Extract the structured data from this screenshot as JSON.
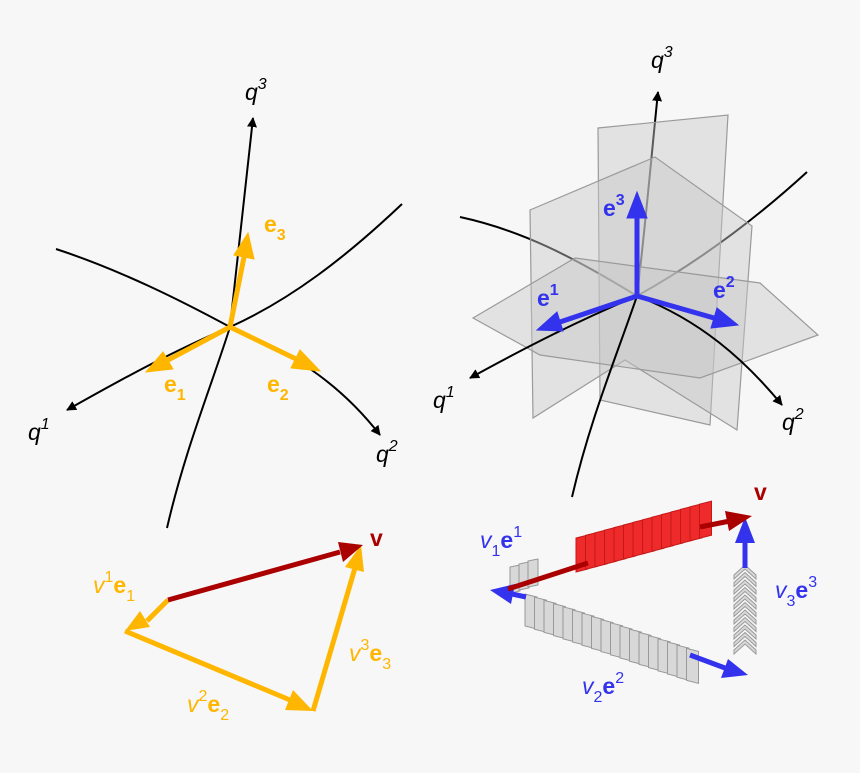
{
  "colors": {
    "background": "#f7f7f7",
    "curve": "#000000",
    "covariant_basis": "#ffb600",
    "contravariant_basis": "#3333ee",
    "vector": "#aa0000",
    "plane_fill": "#c8c8c8",
    "plane_edge": "#9a9a9a",
    "stack_red": "#ee2a2a",
    "stack_gray": "#d8d8d8"
  },
  "tl": {
    "q1": {
      "base": "q",
      "sup": "1"
    },
    "q2": {
      "base": "q",
      "sup": "2"
    },
    "q3": {
      "base": "q",
      "sup": "3"
    },
    "e1": {
      "base": "e",
      "sub": "1"
    },
    "e2": {
      "base": "e",
      "sub": "2"
    },
    "e3": {
      "base": "e",
      "sub": "3"
    }
  },
  "tr": {
    "q1": {
      "base": "q",
      "sup": "1"
    },
    "q2": {
      "base": "q",
      "sup": "2"
    },
    "q3": {
      "base": "q",
      "sup": "3"
    },
    "e1": {
      "base": "e",
      "sup": "1"
    },
    "e2": {
      "base": "e",
      "sup": "2"
    },
    "e3": {
      "base": "e",
      "sup": "3"
    }
  },
  "bl": {
    "v": "v",
    "c1": {
      "coef": "v",
      "coef_sup": "1",
      "basis": "e",
      "basis_sub": "1"
    },
    "c2": {
      "coef": "v",
      "coef_sup": "2",
      "basis": "e",
      "basis_sub": "2"
    },
    "c3": {
      "coef": "v",
      "coef_sup": "3",
      "basis": "e",
      "basis_sub": "3"
    }
  },
  "br": {
    "v": "v",
    "c1": {
      "coef": "v",
      "coef_sub": "1",
      "basis": "e",
      "basis_sup": "1"
    },
    "c2": {
      "coef": "v",
      "coef_sub": "2",
      "basis": "e",
      "basis_sup": "2"
    },
    "c3": {
      "coef": "v",
      "coef_sub": "3",
      "basis": "e",
      "basis_sup": "3"
    }
  }
}
